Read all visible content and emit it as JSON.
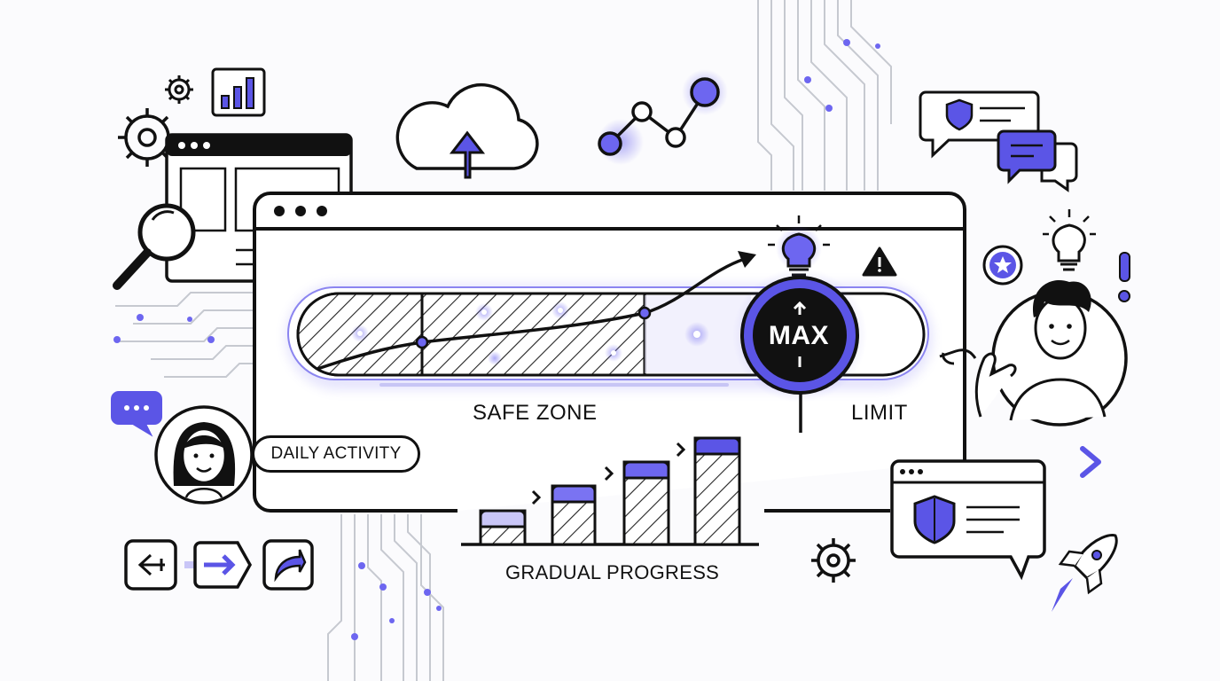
{
  "meter": {
    "safe_zone_label": "SAFE ZONE",
    "limit_label": "LIMIT",
    "max_label": "MAX",
    "accent": "#5b55e6"
  },
  "activity": {
    "label": "DAILY ACTIVITY"
  },
  "progress": {
    "label": "GRADUAL PROGRESS"
  },
  "colors": {
    "ink": "#111111",
    "accent": "#5b55e6",
    "accent_light": "#c9c6f7",
    "circuit": "#c6c9d0",
    "background": "#fbfbfd"
  },
  "icons": [
    "gear-icon",
    "bar-chart-icon",
    "browser-window-icon",
    "magnifier-icon",
    "cloud-upload-icon",
    "node-graph-icon",
    "circuit-lines-icon",
    "shield-chat-icon",
    "chat-bubble-icon",
    "lightbulb-icon",
    "warning-icon",
    "star-badge-icon",
    "exclamation-icon",
    "chevron-right-icon",
    "shield-window-icon",
    "rocket-icon",
    "back-arrow-icon",
    "forward-arrow-icon",
    "share-arrow-icon",
    "chat-dots-icon",
    "woman-avatar",
    "man-avatar"
  ]
}
